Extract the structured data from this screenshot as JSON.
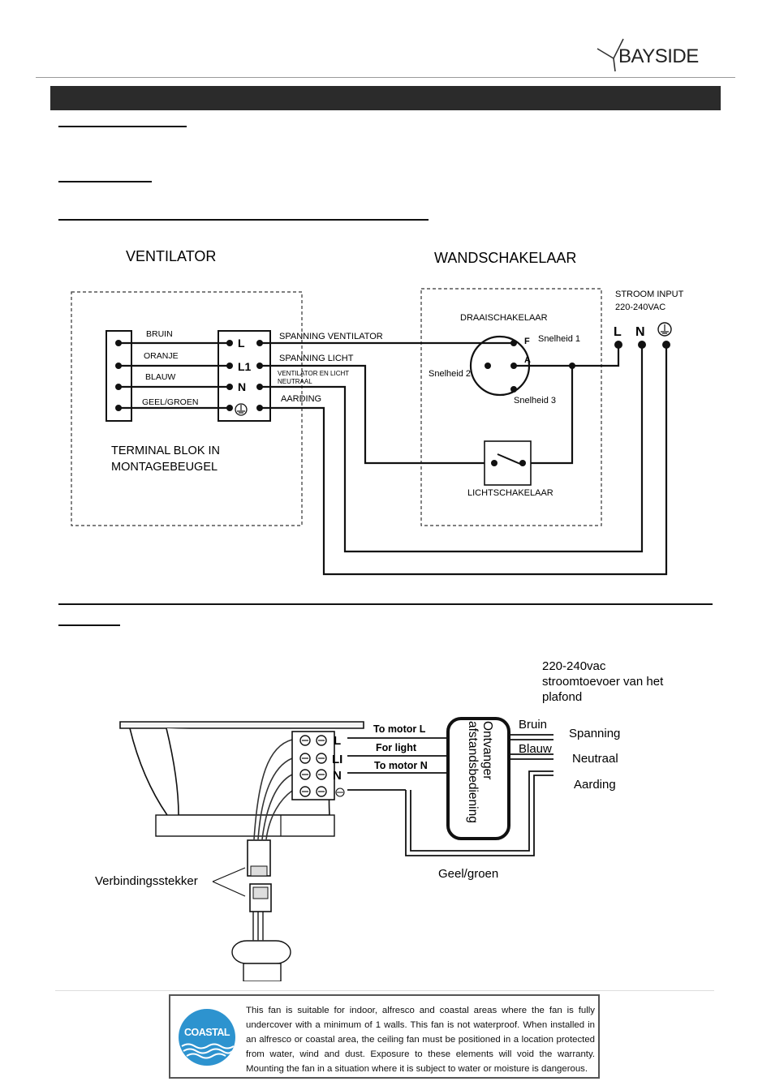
{
  "header": {
    "logo_text": "BAYSIDE"
  },
  "wiring_diagram": {
    "ventilator_title": "VENTILATOR",
    "wandschakelaar_title": "WANDSCHAKELAAR",
    "terminal_wires": [
      "BRUIN",
      "ORANJE",
      "BLAUW",
      "GEEL/GROEN"
    ],
    "terminal_block_label": [
      "TERMINAL BLOK IN",
      "MONTAGEBEUGEL"
    ],
    "terminal_symbols": [
      "L",
      "L1",
      "N"
    ],
    "connection_labels": [
      "SPANNING VENTILATOR",
      "SPANNING LICHT",
      "VENTILATOR EN LICHT",
      "NEUTRAAL",
      "AARDING"
    ],
    "rotary_switch_label": "DRAAISCHAKELAAR",
    "rotary_contacts": [
      "F",
      "A"
    ],
    "speed_labels": [
      "Snelheid 1",
      "Snelheid 2",
      "Snelheid 3"
    ],
    "light_switch_label": "LICHTSCHAKELAAR",
    "power_input_label": [
      "STROOM INPUT",
      "220-240VAC"
    ],
    "power_terminals": [
      "L",
      "N"
    ]
  },
  "remote_diagram": {
    "supply_label": [
      "220-240vac",
      "stroomtoevoer van het",
      "plafond"
    ],
    "motor_labels": [
      "To motor L",
      "For light",
      "To motor N"
    ],
    "block_letters": [
      "L",
      "LI",
      "N"
    ],
    "receiver_label": [
      "Ontvanger",
      "afstandsbediening"
    ],
    "wire_colors": [
      "Bruin",
      "Blauw"
    ],
    "outputs": [
      "Spanning",
      "Neutraal",
      "Aarding"
    ],
    "ground_wire": "Geel/groen",
    "connector_label": "Verbindingsstekker"
  },
  "notice": {
    "badge": "COASTAL",
    "text": "This fan is suitable for indoor, alfresco and coastal areas where the fan is fully undercover with a minimum of 1 walls. This fan is not waterproof. When installed in an alfresco or coastal area, the ceiling fan must be positioned in a location protected from water, wind and dust. Exposure to these elements will void the warranty. Mounting the fan in a situation where it is subject to water or moisture is dangerous."
  }
}
